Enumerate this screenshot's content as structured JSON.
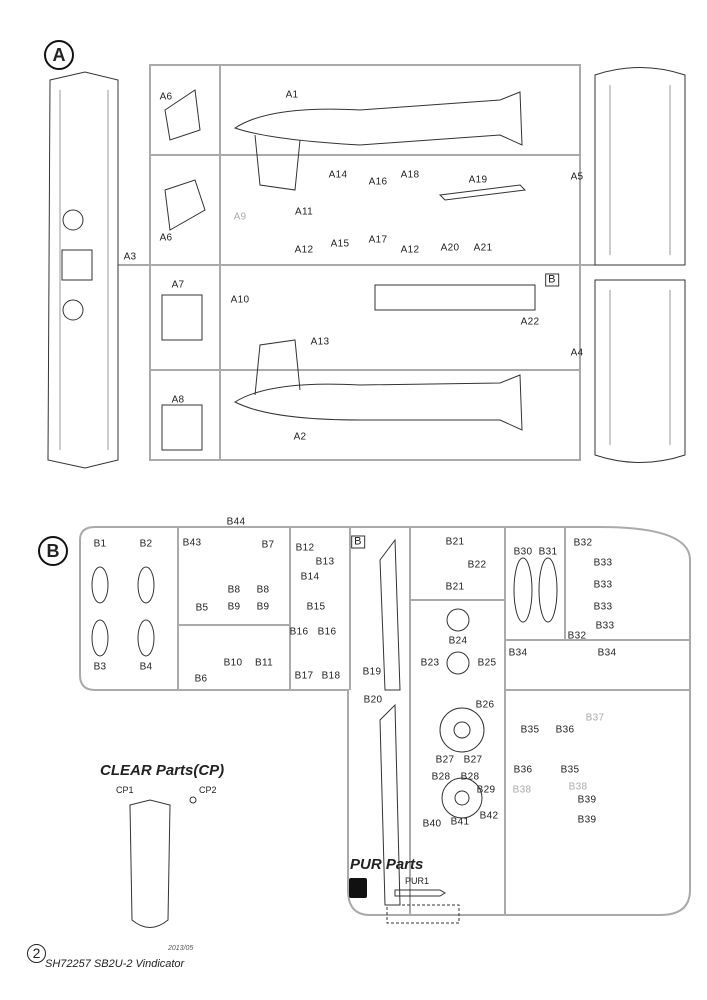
{
  "sprue_a": {
    "badge": "A",
    "labels": [
      "A1",
      "A6",
      "A6",
      "A3",
      "A5",
      "A4",
      "A7",
      "A8",
      "A9",
      "A10",
      "A11",
      "A12",
      "A14",
      "A15",
      "A16",
      "A17",
      "A18",
      "A12",
      "A19",
      "A20",
      "A21",
      "A13",
      "A22",
      "A2",
      "B"
    ]
  },
  "sprue_b": {
    "badge": "B",
    "labels": [
      "B44",
      "B1",
      "B2",
      "B43",
      "B7",
      "B12",
      "B13",
      "B14",
      "B8",
      "B8",
      "B9",
      "B9",
      "B5",
      "B15",
      "B16",
      "B16",
      "B3",
      "B4",
      "B6",
      "B10",
      "B11",
      "B17",
      "B18",
      "B19",
      "B",
      "B21",
      "B22",
      "B21",
      "B30",
      "B31",
      "B32",
      "B33",
      "B33",
      "B33",
      "B32",
      "B33",
      "B24",
      "B23",
      "B25",
      "B34",
      "B34",
      "B20",
      "B26",
      "B35",
      "B36",
      "B37",
      "B27",
      "B27",
      "B28",
      "B28",
      "B36",
      "B35",
      "B29",
      "B38",
      "B38",
      "B40",
      "B41",
      "B42",
      "B39",
      "B39"
    ]
  },
  "clear_parts": {
    "title": "CLEAR Parts(CP)",
    "labels": [
      "CP1",
      "CP2"
    ]
  },
  "pur_parts": {
    "title": "PUR Parts",
    "labels": [
      "PUR1"
    ]
  },
  "footer": {
    "page": "2",
    "title": "SH72257 SB2U-2 Vindicator",
    "date": "2013/05"
  }
}
